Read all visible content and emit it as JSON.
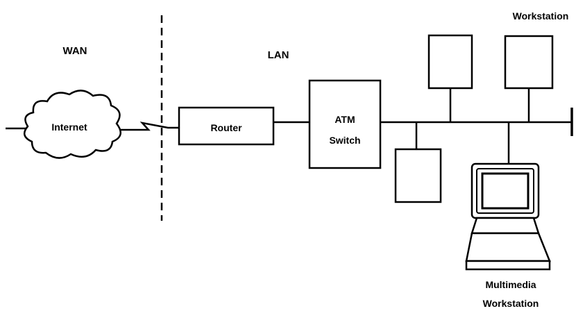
{
  "labels": {
    "wan": "WAN",
    "lan": "LAN",
    "internet": "Internet",
    "router": "Router",
    "atm_line1": "ATM",
    "atm_line2": "Switch",
    "workstation": "Workstation",
    "multimedia_line1": "Multimedia",
    "multimedia_line2": "Workstation"
  },
  "colors": {
    "stroke": "#000000",
    "background": "#ffffff"
  }
}
